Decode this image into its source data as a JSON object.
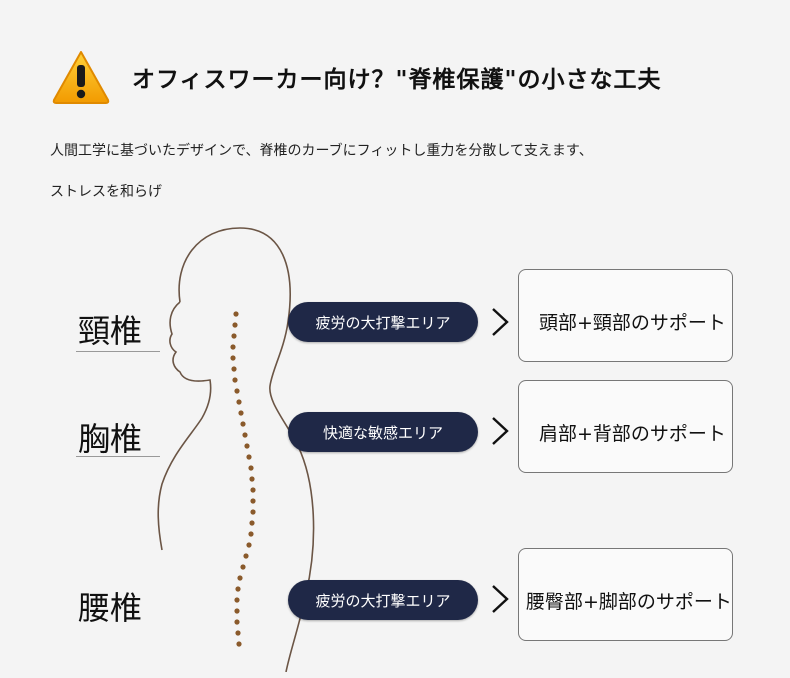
{
  "header": {
    "title": "オフィスワーカー向け？\"脊椎保護\"の小さな工夫",
    "description_line1": "人間工学に基づいたデザインで、脊椎のカーブにフィットし重力を分散して支えます、",
    "description_line2": "ストレスを和らげ"
  },
  "icons": {
    "warning": "warning-icon",
    "arrow": "chevron-right-icon"
  },
  "colors": {
    "pill_bg": "#1f2847",
    "dots": "#8a5a2b",
    "warning": "#f5b400"
  },
  "sections": [
    {
      "vertebra": "頸椎",
      "area": "疲労の大打撃エリア",
      "support": "頭部+頸部のサポート"
    },
    {
      "vertebra": "胸椎",
      "area": "快適な敏感エリア",
      "support": "肩部+背部のサポート"
    },
    {
      "vertebra": "腰椎",
      "area": "疲労の大打撃エリア",
      "support": "腰臀部+脚部のサポート"
    }
  ]
}
